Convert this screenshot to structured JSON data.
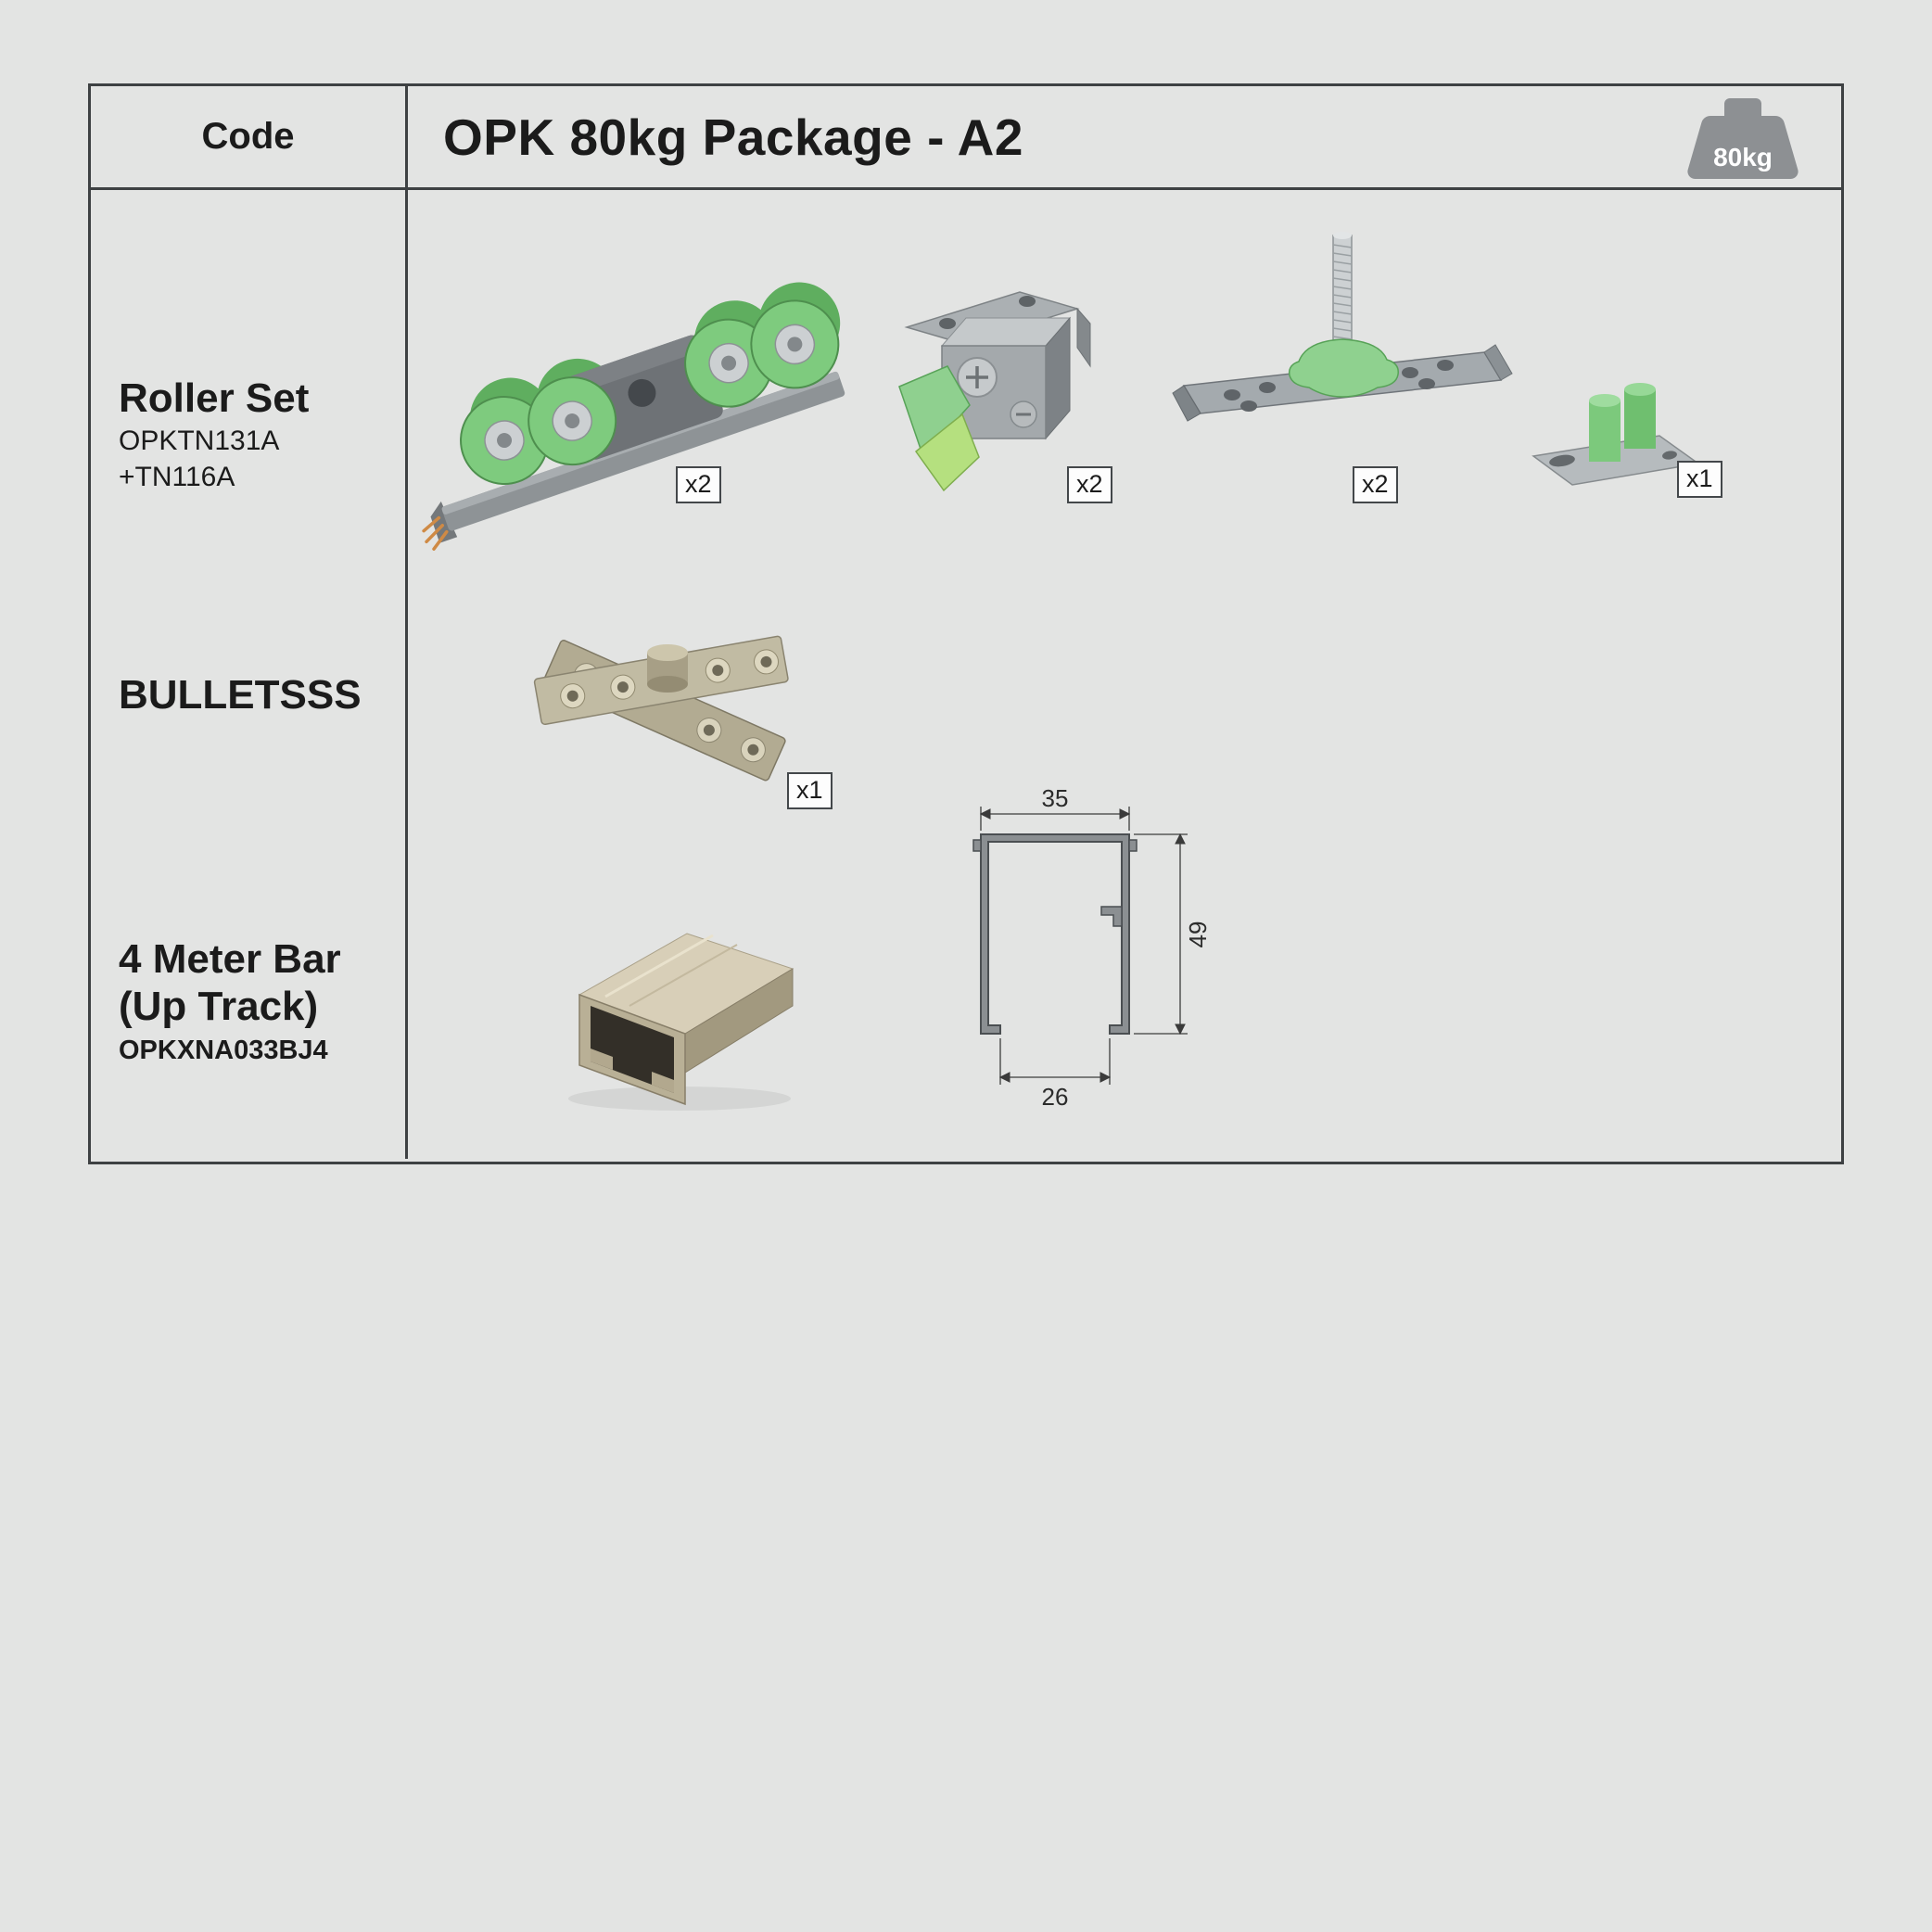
{
  "header": {
    "code_label": "Code",
    "title": "OPK 80kg Package - A2",
    "weight_badge": "80kg"
  },
  "rows": [
    {
      "label": "Roller Set",
      "codes": [
        "OPKTN131A",
        "+TN116A"
      ],
      "items": [
        {
          "name": "roller-carriage",
          "qty": "x2"
        },
        {
          "name": "hanger-bracket",
          "qty": "x2"
        },
        {
          "name": "spindle-plate",
          "qty": "x2"
        },
        {
          "name": "floor-guide",
          "qty": "x1"
        }
      ]
    },
    {
      "label": "BULLETSSS",
      "items": [
        {
          "name": "pivot-hinge-set",
          "qty": "x1"
        }
      ]
    },
    {
      "label_line1": "4 Meter Bar",
      "label_line2": "(Up Track)",
      "code": "OPKXNA033BJ4",
      "drawing": {
        "top_width": "35",
        "height": "49",
        "bottom_opening": "26"
      }
    }
  ]
}
